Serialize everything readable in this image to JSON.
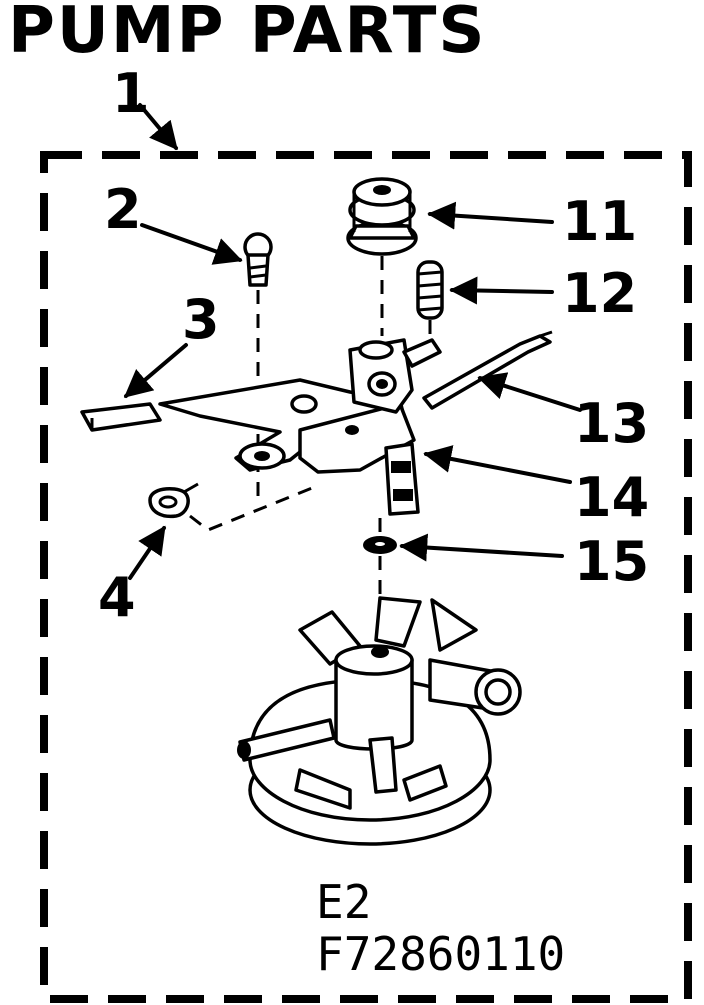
{
  "title": "PUMP PARTS",
  "assembly_callout": "1",
  "callouts": {
    "c2": "2",
    "c3": "3",
    "c4": "4",
    "c11": "11",
    "c12": "12",
    "c13": "13",
    "c14": "14",
    "c15": "15"
  },
  "codes": {
    "section": "E2",
    "part_number": "F72860110"
  }
}
